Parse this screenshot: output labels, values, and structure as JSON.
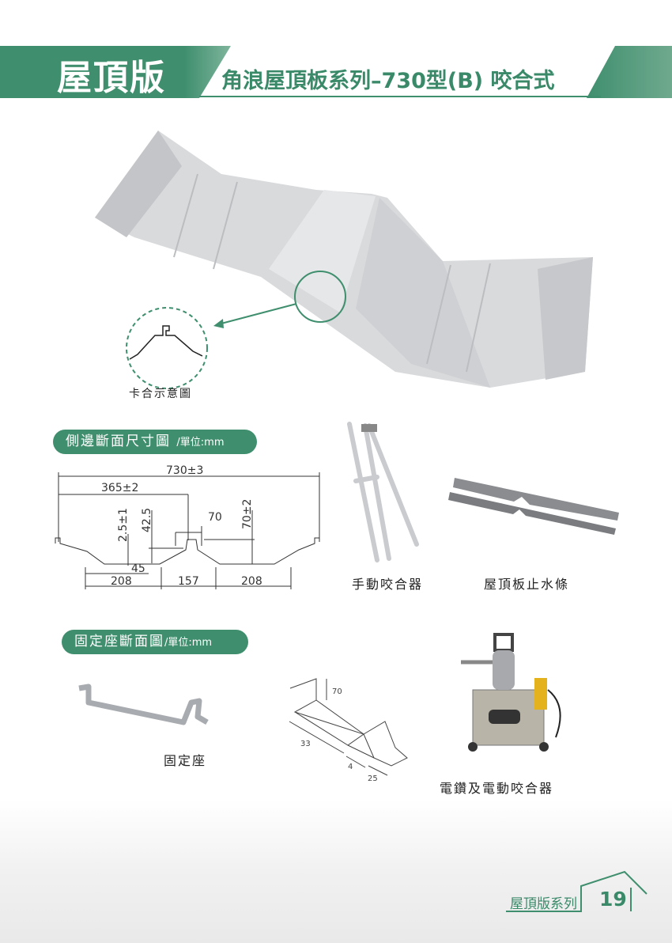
{
  "header": {
    "section": "屋頂版",
    "title": "角浪屋頂板系列–730型(B) 咬合式"
  },
  "hero": {
    "detail_caption": "卡合示意圖"
  },
  "profile_section": {
    "label": "側邊斷面尺寸圖",
    "unit": "/單位:mm",
    "dims": {
      "total": "730±3",
      "half": "365±2",
      "lip": "2.5±1",
      "mid": "42.5",
      "top": "70",
      "height": "70±2",
      "gap": "45",
      "left": "208",
      "center": "157",
      "right": "208"
    }
  },
  "accessories": [
    {
      "label": "手動咬合器"
    },
    {
      "label": "屋頂板止水條"
    }
  ],
  "bracket_section": {
    "label": "固定座斷面圖",
    "unit": "/單位:mm",
    "photo_label": "固定座",
    "dims": {
      "height": "70",
      "length": "33",
      "gap": "4",
      "base": "25"
    }
  },
  "drill": {
    "label": "電鑽及電動咬合器"
  },
  "footer": {
    "series": "屋頂版系列",
    "page": "19"
  },
  "colors": {
    "brand": "#3f8f6e"
  }
}
